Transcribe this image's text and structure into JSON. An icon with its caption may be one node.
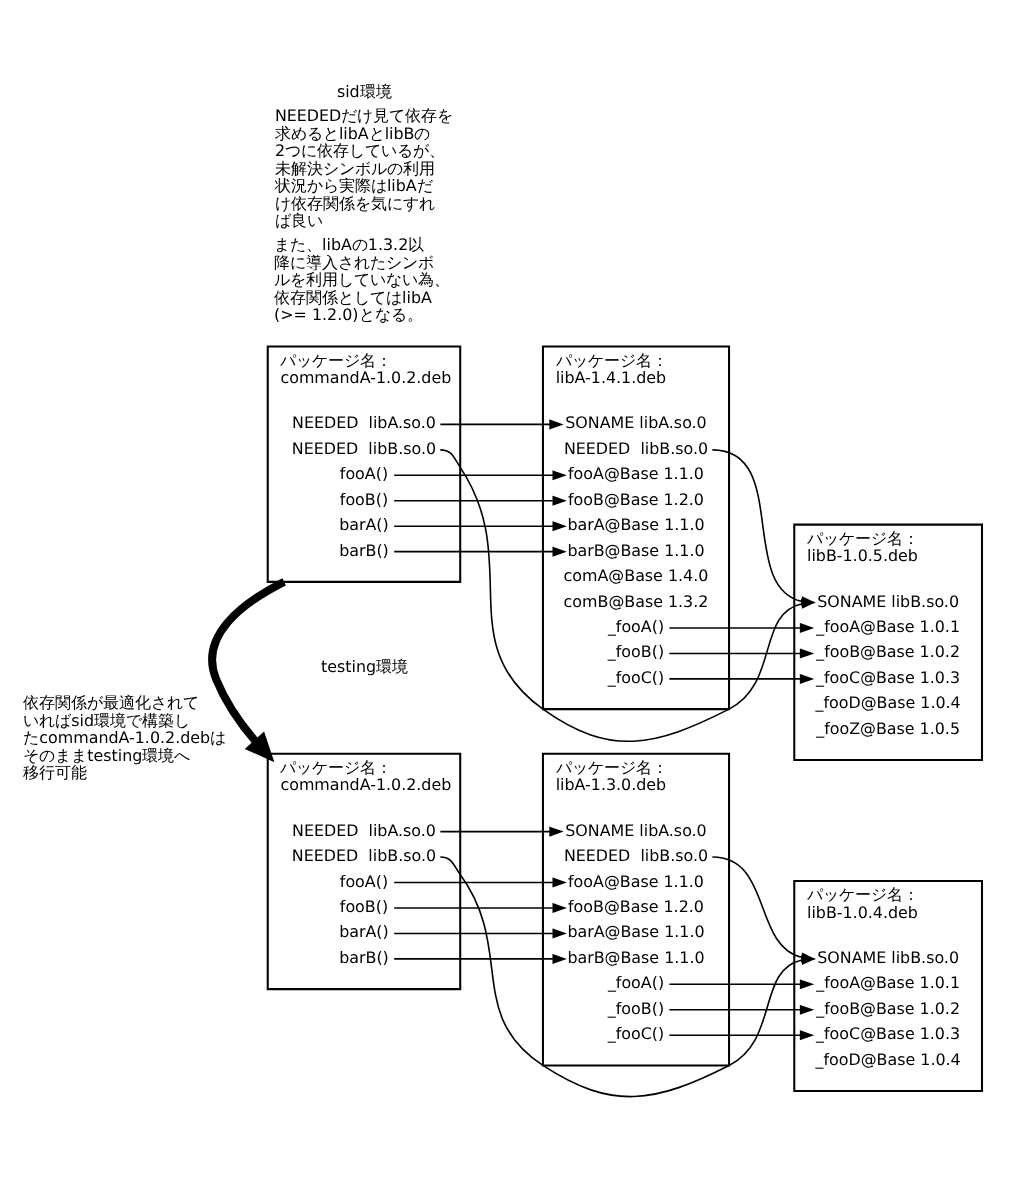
{
  "diagram": {
    "nodes": [
      {
        "text": [
          "パッケージ名：",
          "commandA-1.0.2.deb"
        ]
      },
      {
        "text": [
          "NEEDED  libA.so.0"
        ],
        "in": 0
      },
      {
        "text": [
          "NEEDED  libB.so.0"
        ],
        "in": 0
      },
      {
        "text": [
          "fooA()"
        ],
        "in": 0
      },
      {
        "text": [
          "fooB()"
        ],
        "in": 0
      },
      {
        "text": [
          "barA()"
        ],
        "in": 0
      },
      {
        "text": [
          "barB()"
        ],
        "in": 0
      },
      {
        "text": [
          "パッケージ名：",
          "libA-1.4.1.deb"
        ]
      },
      {
        "text": [
          "SONAME libA.so.0"
        ],
        "in": 7
      },
      {
        "text": [
          "NEEDED  libB.so.0"
        ],
        "in": 7
      },
      {
        "text": [
          "fooA@Base 1.1.0"
        ],
        "in": 7
      },
      {
        "text": [
          "fooB@Base 1.2.0"
        ],
        "in": 7
      },
      {
        "text": [
          "barA@Base 1.1.0"
        ],
        "in": 7
      },
      {
        "text": [
          "barB@Base 1.1.0"
        ],
        "in": 7
      },
      {
        "text": [
          "comA@Base 1.4.0"
        ],
        "in": 7
      },
      {
        "text": [
          "comB@Base 1.3.2"
        ],
        "in": 7
      },
      {
        "text": [
          "_fooA()"
        ],
        "in": 7
      },
      {
        "text": [
          "_fooB()"
        ],
        "in": 7
      },
      {
        "text": [
          "_fooC()"
        ],
        "in": 7
      },
      {
        "text": [
          "パッケージ名：",
          "libB-1.0.5.deb"
        ]
      },
      {
        "text": [
          "SONAME libB.so.0"
        ],
        "in": 19
      },
      {
        "text": [
          "_fooA@Base 1.0.1"
        ],
        "in": 19
      },
      {
        "text": [
          "_fooB@Base 1.0.2"
        ],
        "in": 19
      },
      {
        "text": [
          "_fooC@Base 1.0.3"
        ],
        "in": 19
      },
      {
        "text": [
          "_fooD@Base 1.0.4"
        ],
        "in": 19
      },
      {
        "text": [
          "_fooZ@Base 1.0.5"
        ],
        "in": 19
      },
      {
        "text": [
          "パッケージ名：",
          "commandA-1.0.2.deb"
        ]
      },
      {
        "text": [
          "NEEDED  libA.so.0"
        ],
        "in": 26
      },
      {
        "text": [
          "NEEDED  libB.so.0"
        ],
        "in": 26
      },
      {
        "text": [
          "fooA()"
        ],
        "in": 26
      },
      {
        "text": [
          "fooB()"
        ],
        "in": 26
      },
      {
        "text": [
          "barA()"
        ],
        "in": 26
      },
      {
        "text": [
          "barB()"
        ],
        "in": 26
      },
      {
        "text": [
          "パッケージ名：",
          "libA-1.3.0.deb"
        ]
      },
      {
        "text": [
          "SONAME libA.so.0"
        ],
        "in": 33
      },
      {
        "text": [
          "NEEDED  libB.so.0"
        ],
        "in": 33
      },
      {
        "text": [
          "fooA@Base 1.1.0"
        ],
        "in": 33
      },
      {
        "text": [
          "fooB@Base 1.2.0"
        ],
        "in": 33
      },
      {
        "text": [
          "barA@Base 1.1.0"
        ],
        "in": 33
      },
      {
        "text": [
          "barB@Base 1.1.0"
        ],
        "in": 33
      },
      {
        "text": [
          "_fooA()"
        ],
        "in": 33
      },
      {
        "text": [
          "_fooB()"
        ],
        "in": 33
      },
      {
        "text": [
          "_fooC()"
        ],
        "in": 33
      },
      {
        "text": [
          "パッケージ名：",
          "libB-1.0.4.deb"
        ]
      },
      {
        "text": [
          "SONAME libB.so.0"
        ],
        "in": 43
      },
      {
        "text": [
          "_fooA@Base 1.0.1"
        ],
        "in": 43
      },
      {
        "text": [
          "_fooB@Base 1.0.2"
        ],
        "in": 43
      },
      {
        "text": [
          "_fooC@Base 1.0.3"
        ],
        "in": 43
      },
      {
        "text": [
          "_fooD@Base 1.0.4"
        ],
        "in": 43
      }
    ],
    "edges": [
      {
        "from": 1,
        "to": 8,
        "arrow": "to"
      },
      {
        "from": 2,
        "to": 20,
        "arrow": "to"
      },
      {
        "from": 3,
        "to": 10,
        "arrow": "to"
      },
      {
        "from": 4,
        "to": 11,
        "arrow": "to"
      },
      {
        "from": 5,
        "to": 12,
        "arrow": "to"
      },
      {
        "from": 6,
        "to": 13,
        "arrow": "to"
      },
      {
        "from": 9,
        "to": 20,
        "arrow": "to"
      },
      {
        "from": 16,
        "to": 21,
        "arrow": "to"
      },
      {
        "from": 17,
        "to": 22,
        "arrow": "to"
      },
      {
        "from": 18,
        "to": 23,
        "arrow": "to"
      },
      {
        "from": 0,
        "to": 26,
        "arrow": "to",
        "style": "thick",
        "label": "依存関係が最適化されていればsid環境で構築したcommandA-1.0.2.debはそのままtesting環境へ移行可能"
      },
      {
        "from": 27,
        "to": 34,
        "arrow": "to"
      },
      {
        "from": 28,
        "to": 44,
        "arrow": "to"
      },
      {
        "from": 29,
        "to": 36,
        "arrow": "to"
      },
      {
        "from": 30,
        "to": 37,
        "arrow": "to"
      },
      {
        "from": 31,
        "to": 38,
        "arrow": "to"
      },
      {
        "from": 32,
        "to": 39,
        "arrow": "to"
      },
      {
        "from": 35,
        "to": 44,
        "arrow": "to"
      },
      {
        "from": 40,
        "to": 45,
        "arrow": "to"
      },
      {
        "from": 41,
        "to": 46,
        "arrow": "to"
      },
      {
        "from": 42,
        "to": 47,
        "arrow": "to"
      }
    ],
    "labels": [
      "sid環境",
      "NEEDEDだけ見て依存を求めるとlibAとlibBの2つに依存しているが、未解決シンボルの利用状況から実際はlibAだけ依存関係を気にすれば良い",
      "また、libAの1.3.2以降に導入されたシンボルを利用していない為、依存関係としてはlibA (>= 1.2.0)となる。",
      "testing環境"
    ]
  }
}
